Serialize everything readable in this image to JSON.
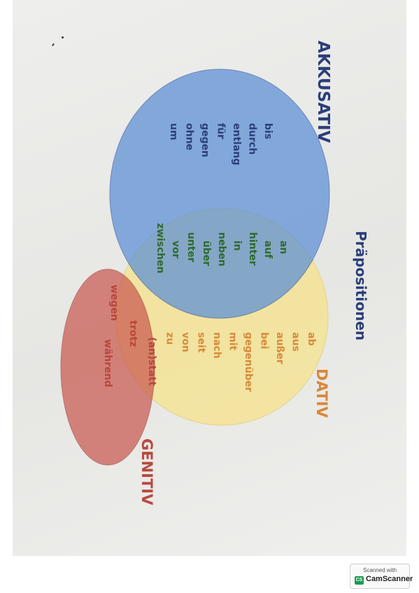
{
  "title": "Präpositionen",
  "colors": {
    "akkusativ": "#5b8fd6",
    "dativ": "#f6e38f",
    "genitiv": "#c95a50",
    "akkusativ_text": "#2a3f7a",
    "akk_dat_text": "#2f6a2b",
    "dativ_text": "#d78a3a",
    "genitiv_text": "#b8463a",
    "title_text": "#2a3f7a",
    "dativ_label": "#d9873a",
    "genitiv_label": "#b84a40"
  },
  "sets": {
    "akkusativ": {
      "label": "AKKUSATIV",
      "items": [
        "bis",
        "durch",
        "entlang",
        "für",
        "gegen",
        "ohne",
        "um"
      ]
    },
    "akkusativ_dativ": {
      "items": [
        "an",
        "auf",
        "hinter",
        "in",
        "neben",
        "über",
        "unter",
        "vor",
        "zwischen"
      ]
    },
    "dativ": {
      "label": "DATIV",
      "items": [
        "ab",
        "aus",
        "außer",
        "bei",
        "gegenüber",
        "mit",
        "nach",
        "seit",
        "von",
        "zu"
      ]
    },
    "dativ_genitiv": {
      "items": [
        "(an)statt",
        "trotz",
        "wegen"
      ]
    },
    "genitiv": {
      "label": "GENITIV",
      "items": [
        "während"
      ]
    }
  },
  "watermark": {
    "caption": "Scanned with",
    "logo": "CS",
    "name": "CamScanner"
  }
}
